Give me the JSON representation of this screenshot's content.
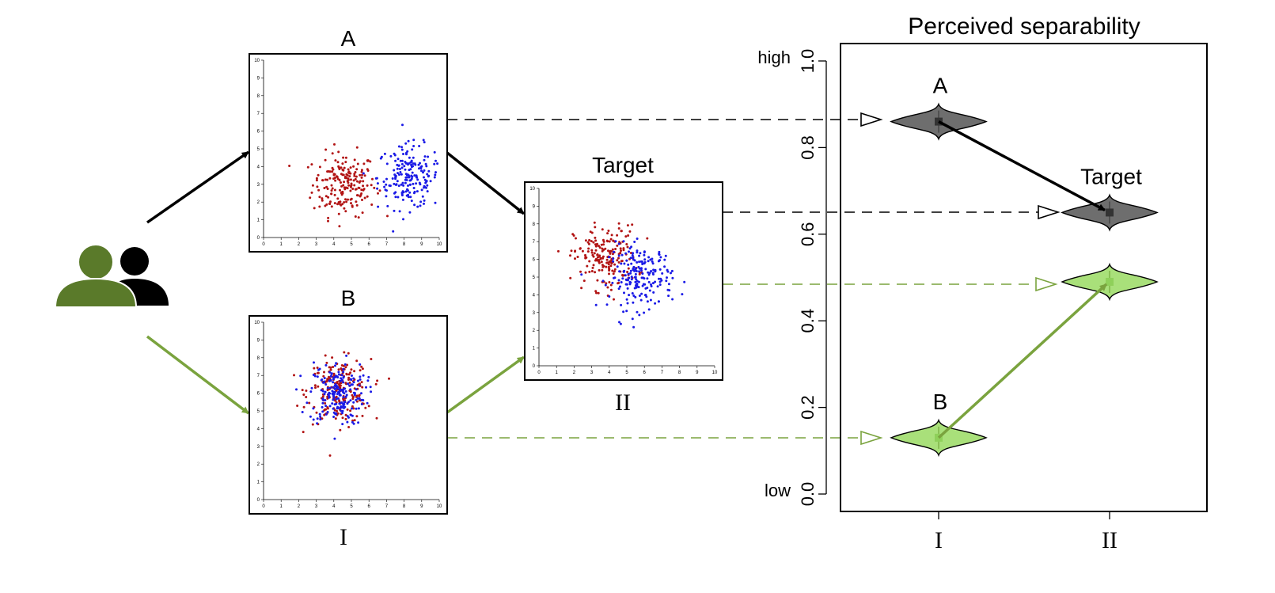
{
  "colors": {
    "red": "#b21414",
    "blue": "#1a1ae6",
    "green": "#7aa33e",
    "green_dark": "#5a7a2a",
    "green_fill": "#a9e07a",
    "gray_fill": "#6e6e6e"
  },
  "icons": {
    "participants": "users-icon"
  },
  "scatter_tick_labels": {
    "x": [
      "0",
      "1",
      "2",
      "3",
      "4",
      "5",
      "6",
      "7",
      "8",
      "9",
      "10"
    ],
    "y": [
      "0",
      "1",
      "2",
      "3",
      "4",
      "5",
      "6",
      "7",
      "8",
      "9",
      "10"
    ]
  },
  "panels": {
    "a": {
      "title": "A"
    },
    "b": {
      "title": "B",
      "caption": "I"
    },
    "target": {
      "title": "Target",
      "caption": "II"
    }
  },
  "chart_data": {
    "type": "violin",
    "title": "Perceived separability",
    "ylim": [
      0,
      1
    ],
    "y_ticks": [
      "0.0",
      "0.2",
      "0.4",
      "0.6",
      "0.8",
      "1.0"
    ],
    "y_end_labels": {
      "low": "low",
      "high": "high"
    },
    "x_ticks": [
      "I",
      "II"
    ],
    "violins": [
      {
        "label": "A",
        "x": "I",
        "median": 0.86,
        "color": "gray"
      },
      {
        "label": "B",
        "x": "I",
        "median": 0.13,
        "color": "green"
      },
      {
        "label": "Target",
        "x": "II",
        "median": 0.65,
        "color": "gray"
      },
      {
        "label": "",
        "x": "II",
        "median": 0.49,
        "color": "green"
      }
    ]
  }
}
